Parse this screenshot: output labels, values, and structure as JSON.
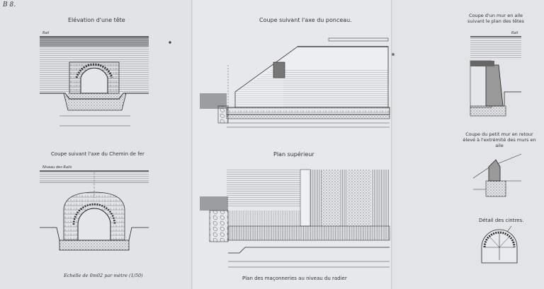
{
  "plate": {
    "number": "B 8."
  },
  "titles": {
    "elevation": "Elévation d'une tête",
    "section_axis": "Coupe suivant l'axe du ponceau.",
    "wing_wall_section": "Coupe d'un mur en aile suivant le plan des têtes",
    "rail_axis_section": "Coupe suivant l'axe du Chemin de fer",
    "top_plan": "Plan supérieur",
    "small_wall_section": "Coupe du petit mur en retour élevé à l'extrémité des murs en aile",
    "centering_detail": "Détail des cintres.",
    "masonry_plan": "Plan des maçonneries au niveau du radier"
  },
  "labels": {
    "rail_left": "Rail",
    "rail_right": "Rail",
    "rail_level": "Niveau des Rails"
  },
  "scale_note": "Echelle de 0m02 par mètre (1/50)"
}
